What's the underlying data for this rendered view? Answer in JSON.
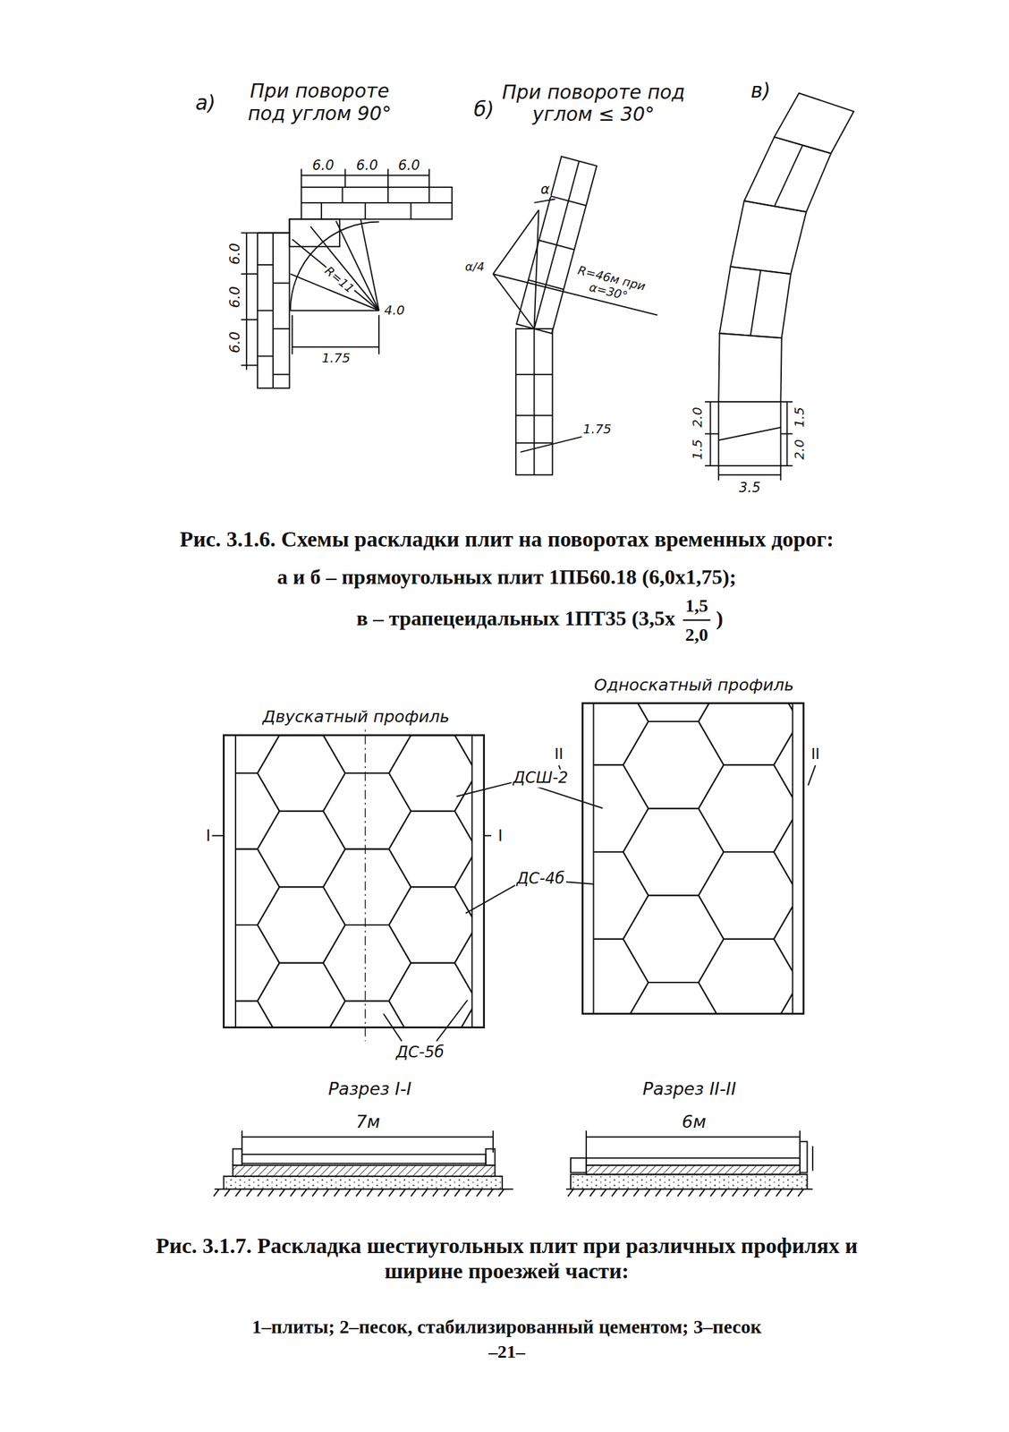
{
  "diagram": {
    "labels": [
      "а)",
      "При повороте под углом 90°",
      "б)",
      "При повороте под углом ≤ 30°",
      "в)",
      "6.0",
      "6.0",
      "6.0",
      "6.0",
      "6.0",
      "6.0",
      "R=11",
      "4.0",
      "1.75",
      "α",
      "α/4",
      "R=46м при α=30°",
      "1.75",
      "1.5",
      "2.0",
      "2.0",
      "1.5",
      "3.5",
      "Рис. 3.1.6. Схемы раскладки плит на поворотах временных дорог:",
      "а и б – прямоугольных плит 1ПБ60.18 (6,0х1,75);",
      "в – трапецеидальных 1ПТ35 (3,5х",
      "1,5",
      "2,0",
      ")",
      "Двускатный профиль",
      "Односкатный профиль",
      "I",
      "I",
      "II",
      "II",
      "ДСШ-2",
      "ДС-4б",
      "ДС-5б",
      "Разрез I-I",
      "7м",
      "Разрез II-II",
      "6м",
      "Рис. 3.1.7. Раскладка шестиугольных плит при различных профилях и ширине проезжей части:",
      "1–плиты; 2–песок, стабилизированный цементом; 3–песок",
      "–21–"
    ]
  }
}
